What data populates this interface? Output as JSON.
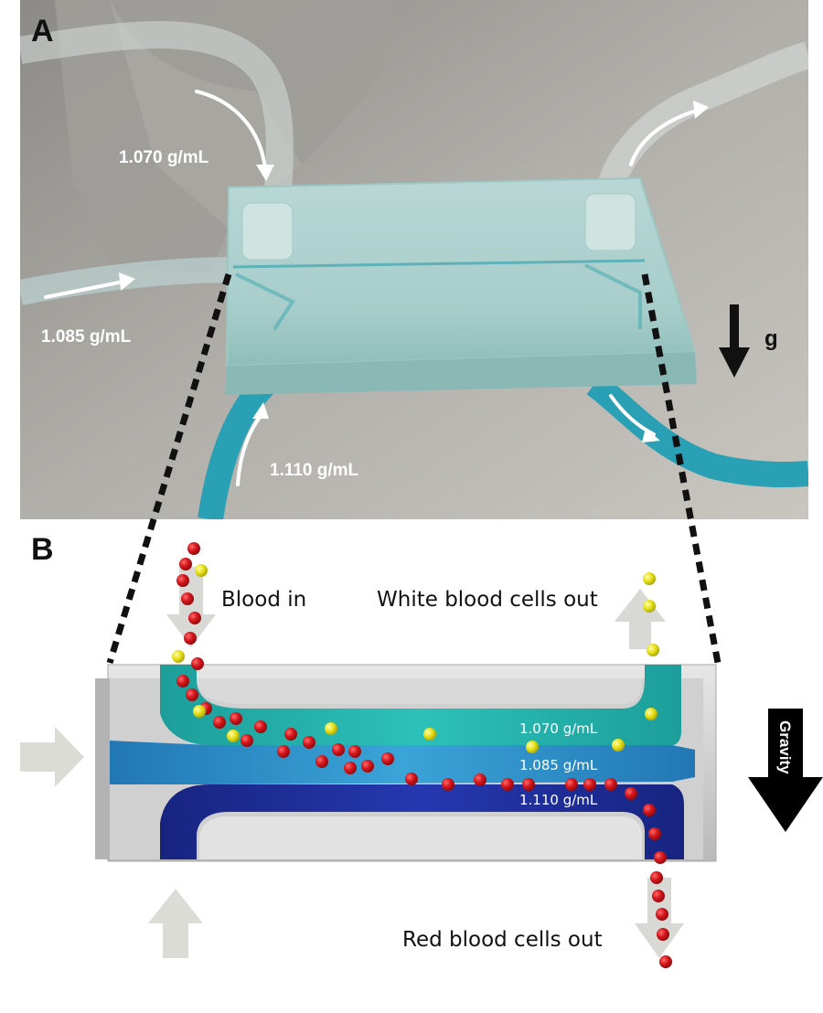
{
  "panel_a": {
    "letter": "A",
    "labels": {
      "top_inlet": "1.070 g/mL",
      "middle_inlet": "1.085 g/mL",
      "bottom_inlet": "1.110 g/mL",
      "gravity": "g"
    }
  },
  "panel_b": {
    "letter": "B",
    "labels": {
      "blood_in": "Blood in",
      "wbc_out": "White blood cells out",
      "rbc_out": "Red blood cells out",
      "gravity": "Gravity",
      "layer_top": "1.070 g/mL",
      "layer_middle": "1.085 g/mL",
      "layer_bottom": "1.110 g/mL"
    },
    "colors": {
      "red_cell": "#d4161c",
      "white_cell": "#e8e21a",
      "layer_top": "#20b3b0",
      "layer_middle": "#2a8fc8",
      "layer_bottom": "#1a2c9a",
      "chip_body": "#c9c9c9"
    }
  }
}
